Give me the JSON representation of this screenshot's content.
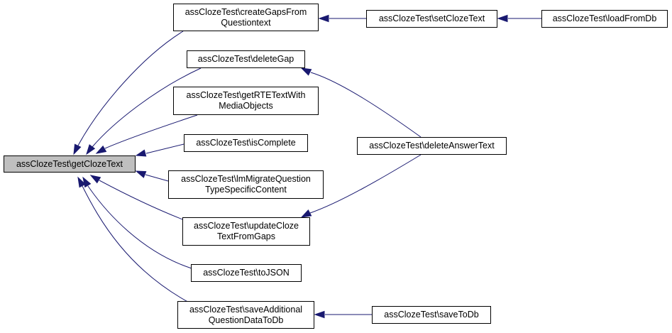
{
  "nodes": {
    "getClozeText": {
      "lines": [
        "assClozeTest\\getClozeText"
      ]
    },
    "createGapsFromQuestiontext": {
      "lines": [
        "assClozeTest\\createGapsFrom",
        "Questiontext"
      ]
    },
    "deleteGap": {
      "lines": [
        "assClozeTest\\deleteGap"
      ]
    },
    "getRTETextWithMediaObjects": {
      "lines": [
        "assClozeTest\\getRTETextWith",
        "MediaObjects"
      ]
    },
    "isComplete": {
      "lines": [
        "assClozeTest\\isComplete"
      ]
    },
    "lmMigrateQuestionTypeSpecificContent": {
      "lines": [
        "assClozeTest\\lmMigrateQuestion",
        "TypeSpecificContent"
      ]
    },
    "updateClozeTextFromGaps": {
      "lines": [
        "assClozeTest\\updateCloze",
        "TextFromGaps"
      ]
    },
    "toJSON": {
      "lines": [
        "assClozeTest\\toJSON"
      ]
    },
    "saveAdditionalQuestionDataToDb": {
      "lines": [
        "assClozeTest\\saveAdditional",
        "QuestionDataToDb"
      ]
    },
    "setClozeText": {
      "lines": [
        "assClozeTest\\setClozeText"
      ]
    },
    "loadFromDb": {
      "lines": [
        "assClozeTest\\loadFromDb"
      ]
    },
    "deleteAnswerText": {
      "lines": [
        "assClozeTest\\deleteAnswerText"
      ]
    },
    "saveToDb": {
      "lines": [
        "assClozeTest\\saveToDb"
      ]
    }
  },
  "edges": [
    {
      "from": "createGapsFromQuestiontext",
      "to": "getClozeText"
    },
    {
      "from": "deleteGap",
      "to": "getClozeText"
    },
    {
      "from": "getRTETextWithMediaObjects",
      "to": "getClozeText"
    },
    {
      "from": "isComplete",
      "to": "getClozeText"
    },
    {
      "from": "lmMigrateQuestionTypeSpecificContent",
      "to": "getClozeText"
    },
    {
      "from": "updateClozeTextFromGaps",
      "to": "getClozeText"
    },
    {
      "from": "toJSON",
      "to": "getClozeText"
    },
    {
      "from": "saveAdditionalQuestionDataToDb",
      "to": "getClozeText"
    },
    {
      "from": "setClozeText",
      "to": "createGapsFromQuestiontext"
    },
    {
      "from": "loadFromDb",
      "to": "setClozeText"
    },
    {
      "from": "deleteAnswerText",
      "to": "deleteGap"
    },
    {
      "from": "deleteAnswerText",
      "to": "updateClozeTextFromGaps"
    },
    {
      "from": "saveToDb",
      "to": "saveAdditionalQuestionDataToDb"
    }
  ],
  "colors": {
    "edge": "#191970",
    "focus_fill": "#bfbfbf",
    "node_border": "#000000"
  }
}
